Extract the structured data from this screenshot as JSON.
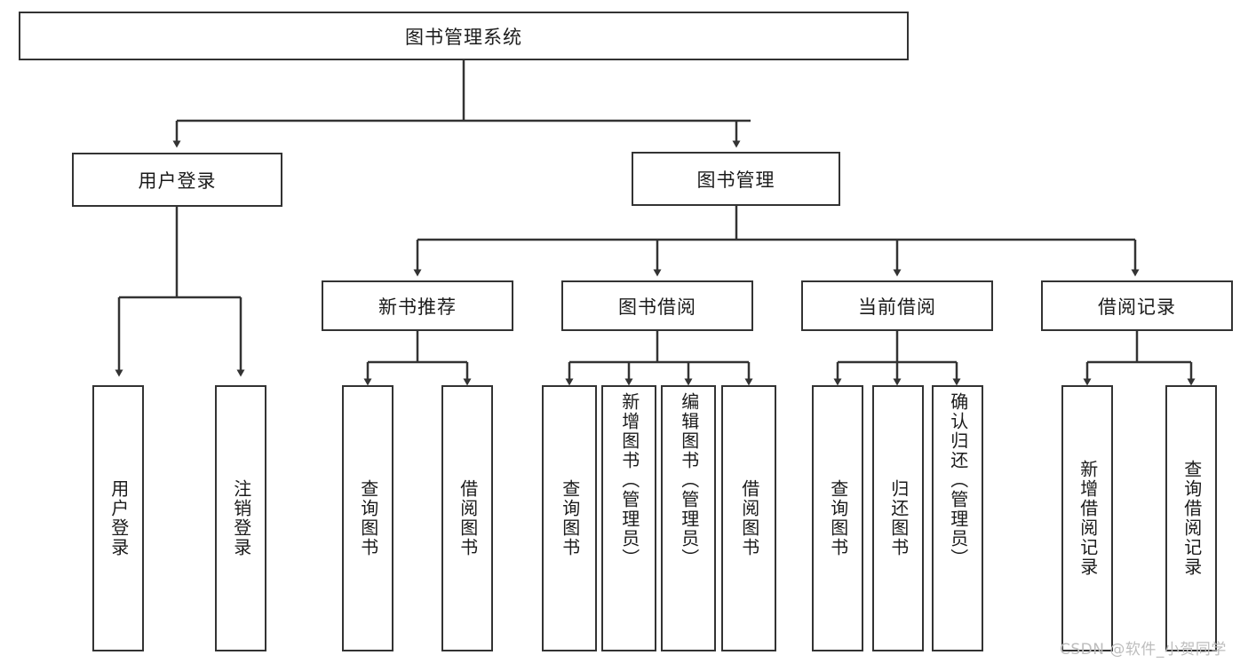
{
  "diagram": {
    "title": "图书管理系统",
    "type": "hierarchy-tree",
    "root": {
      "label": "图书管理系统"
    },
    "level2": [
      {
        "label": "用户登录"
      },
      {
        "label": "图书管理"
      }
    ],
    "level3": [
      {
        "label": "新书推荐"
      },
      {
        "label": "图书借阅"
      },
      {
        "label": "当前借阅"
      },
      {
        "label": "借阅记录"
      }
    ],
    "leaves": {
      "user_login": [
        {
          "label": "用户登录"
        },
        {
          "label": "注销登录"
        }
      ],
      "new_book_recommend": [
        {
          "label": "查询图书"
        },
        {
          "label": "借阅图书"
        }
      ],
      "book_borrow": [
        {
          "label": "查询图书"
        },
        {
          "label": "新增图书（管理员）"
        },
        {
          "label": "编辑图书（管理员）"
        },
        {
          "label": "借阅图书"
        }
      ],
      "current_borrow": [
        {
          "label": "查询图书"
        },
        {
          "label": "归还图书"
        },
        {
          "label": "确认归还（管理员）"
        }
      ],
      "borrow_record": [
        {
          "label": "新增借阅记录"
        },
        {
          "label": "查询借阅记录"
        }
      ]
    }
  },
  "watermark": {
    "text": "CSDN @软件_小贺同学"
  },
  "colors": {
    "border": "#333333",
    "text": "#1b1b1b",
    "background": "#ffffff",
    "watermark": "#bdbdbd"
  }
}
